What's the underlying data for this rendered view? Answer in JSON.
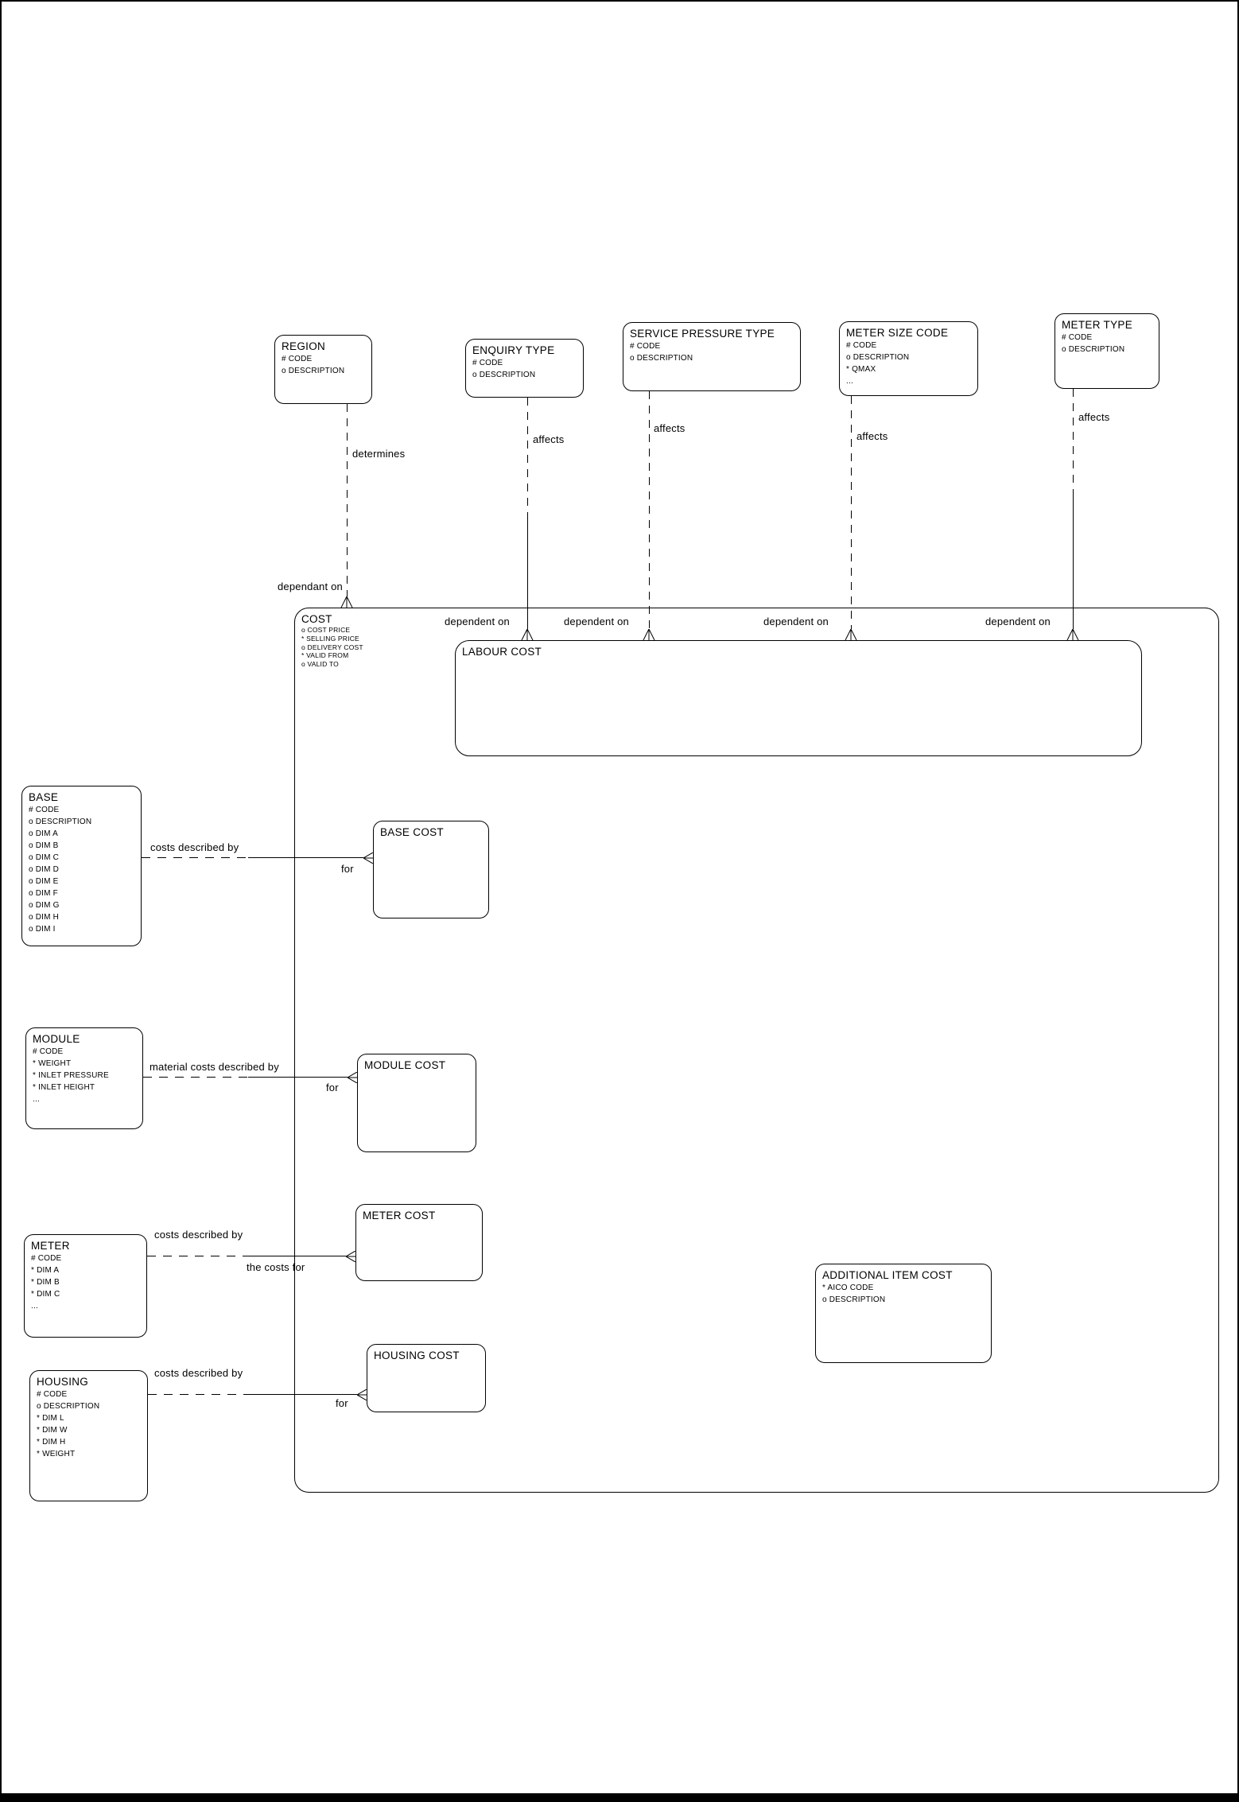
{
  "diagram": {
    "colors": {
      "line": "#000000",
      "background": "#ffffff"
    },
    "entities": {
      "region": {
        "title": "REGION",
        "attrs": [
          "# CODE",
          "o DESCRIPTION"
        ]
      },
      "enquiry_type": {
        "title": "ENQUIRY TYPE",
        "attrs": [
          "# CODE",
          "o DESCRIPTION"
        ]
      },
      "service_pressure_type": {
        "title": "SERVICE PRESSURE TYPE",
        "attrs": [
          "# CODE",
          "o DESCRIPTION"
        ]
      },
      "meter_size_code": {
        "title": "METER SIZE CODE",
        "attrs": [
          "# CODE",
          "o DESCRIPTION",
          "* QMAX",
          "..."
        ]
      },
      "meter_type": {
        "title": "METER TYPE",
        "attrs": [
          "# CODE",
          "o DESCRIPTION"
        ]
      },
      "cost": {
        "title": "COST",
        "attrs": [
          "o COST PRICE",
          "* SELLING PRICE",
          "o DELIVERY COST",
          "* VALID FROM",
          "o VALID TO"
        ]
      },
      "labour_cost": {
        "title": "LABOUR COST"
      },
      "base": {
        "title": "BASE",
        "attrs": [
          "# CODE",
          "o DESCRIPTION",
          "o DIM A",
          "o DIM B",
          "o DIM C",
          "o DIM D",
          "o DIM E",
          "o DIM F",
          "o DIM G",
          "o DIM H",
          "o DIM I"
        ]
      },
      "base_cost": {
        "title": "BASE COST"
      },
      "module": {
        "title": "MODULE",
        "attrs": [
          "# CODE",
          "* WEIGHT",
          "* INLET PRESSURE",
          "* INLET HEIGHT",
          "..."
        ]
      },
      "module_cost": {
        "title": "MODULE COST"
      },
      "meter": {
        "title": "METER",
        "attrs": [
          "# CODE",
          "* DIM A",
          "* DIM B",
          "* DIM C",
          "..."
        ]
      },
      "meter_cost": {
        "title": "METER COST"
      },
      "housing": {
        "title": "HOUSING",
        "attrs": [
          "# CODE",
          "o DESCRIPTION",
          "* DIM L",
          "* DIM W",
          "* DIM H",
          "* WEIGHT"
        ]
      },
      "housing_cost": {
        "title": "HOUSING COST"
      },
      "additional_item_cost": {
        "title": "ADDITIONAL ITEM COST",
        "attrs": [
          "* AICO CODE",
          "o DESCRIPTION"
        ]
      }
    },
    "labels": {
      "determines": "determines",
      "dependant_on": "dependant on",
      "affects": "affects",
      "dependent_on": "dependent on",
      "costs_described_by": "costs described by",
      "material_costs_described_by": "material costs described by",
      "the_costs_for": "the costs for",
      "for": "for"
    }
  }
}
